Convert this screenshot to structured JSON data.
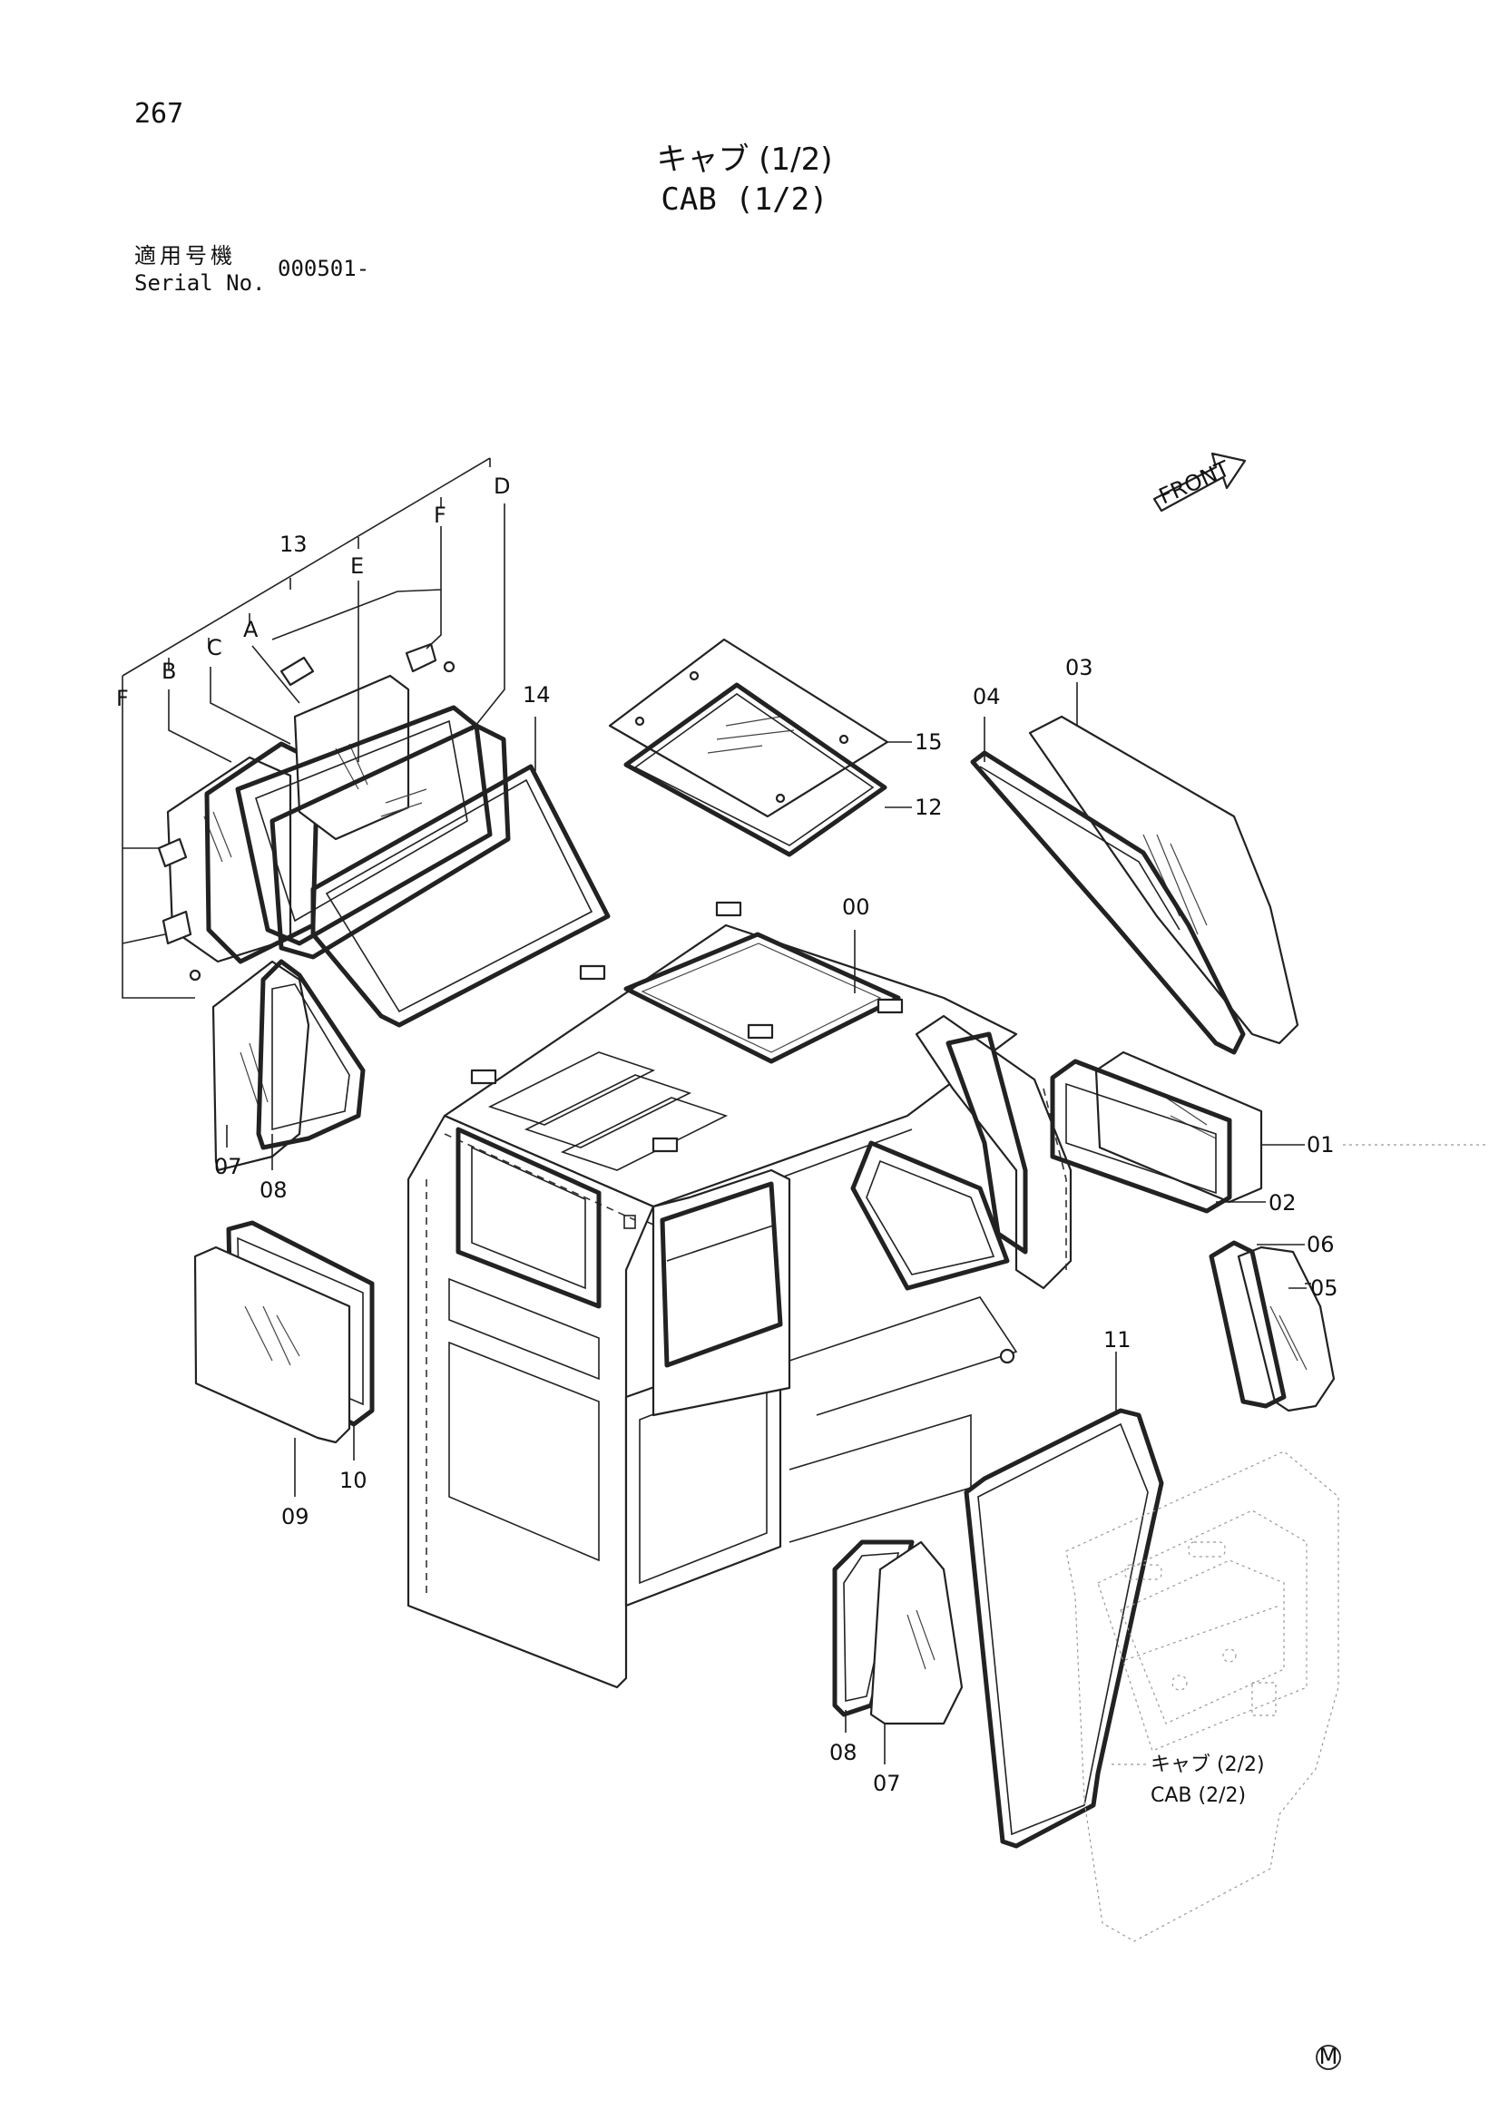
{
  "header": {
    "page_number": "267",
    "title_jp": "キャブ (1/2)",
    "title_en": "CAB (1/2)",
    "serial_label_jp": "適用号機",
    "serial_label_en": "Serial No.",
    "serial_value": "000501-"
  },
  "front_label": "FRONT",
  "callouts": {
    "c00": "00",
    "c01": "01",
    "c02": "02",
    "c03": "03",
    "c04": "04",
    "c05": "05",
    "c06": "06",
    "c07a": "07",
    "c07b": "07",
    "c08a": "08",
    "c08b": "08",
    "c09": "09",
    "c10": "10",
    "c11": "11",
    "c12": "12",
    "c13": "13",
    "c14": "14",
    "c15": "15",
    "lA": "A",
    "lB": "B",
    "lC": "C",
    "lD": "D",
    "lE": "E",
    "lF1": "F",
    "lF2": "F"
  },
  "reference": {
    "jp": "キャブ (2/2)",
    "en": "CAB (2/2)"
  },
  "footer_mark": "M"
}
